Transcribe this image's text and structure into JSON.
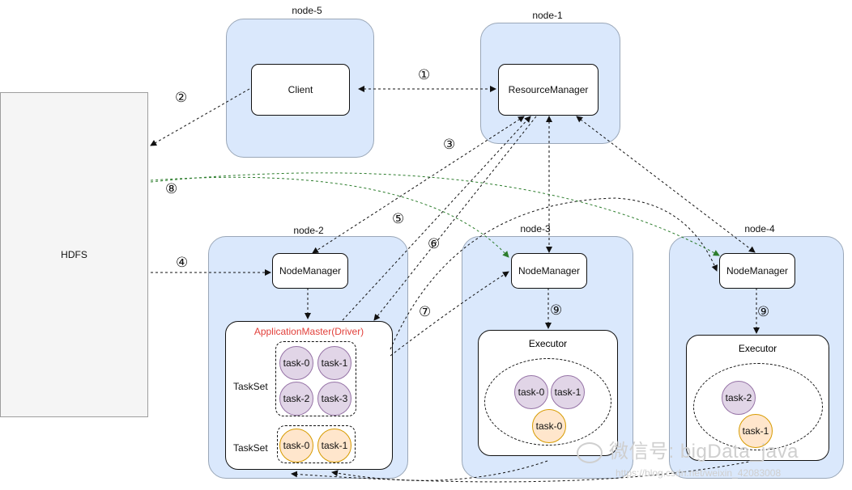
{
  "nodes": {
    "node5": "node-5",
    "node1": "node-1",
    "node2": "node-2",
    "node3": "node-3",
    "node4": "node-4"
  },
  "boxes": {
    "client": "Client",
    "resource_manager": "ResourceManager",
    "hdfs": "HDFS",
    "node_manager": "NodeManager",
    "application_master": "ApplicationMaster(Driver)",
    "executor": "Executor"
  },
  "steps": [
    "①",
    "②",
    "③",
    "④",
    "⑤",
    "⑥",
    "⑦",
    "⑧",
    "⑨"
  ],
  "tasksets": {
    "label": "TaskSet",
    "set1": [
      "task-0",
      "task-1",
      "task-2",
      "task-3"
    ],
    "set2": [
      "task-0",
      "task-1"
    ]
  },
  "executor3_tasks": [
    "task-0",
    "task-1",
    "task-0"
  ],
  "executor4_tasks": [
    "task-2",
    "task-1"
  ],
  "watermark": {
    "text": "微信号: bigData_java",
    "url": "https://blog.csdn.net/weixin_42083008"
  },
  "colors": {
    "node_fill": "#dae8fc",
    "task_purple": "#e1d5e7",
    "task_orange": "#ffe6cc",
    "app_master_text": "#e2403b",
    "green_arrow": "#2d7d2d"
  }
}
